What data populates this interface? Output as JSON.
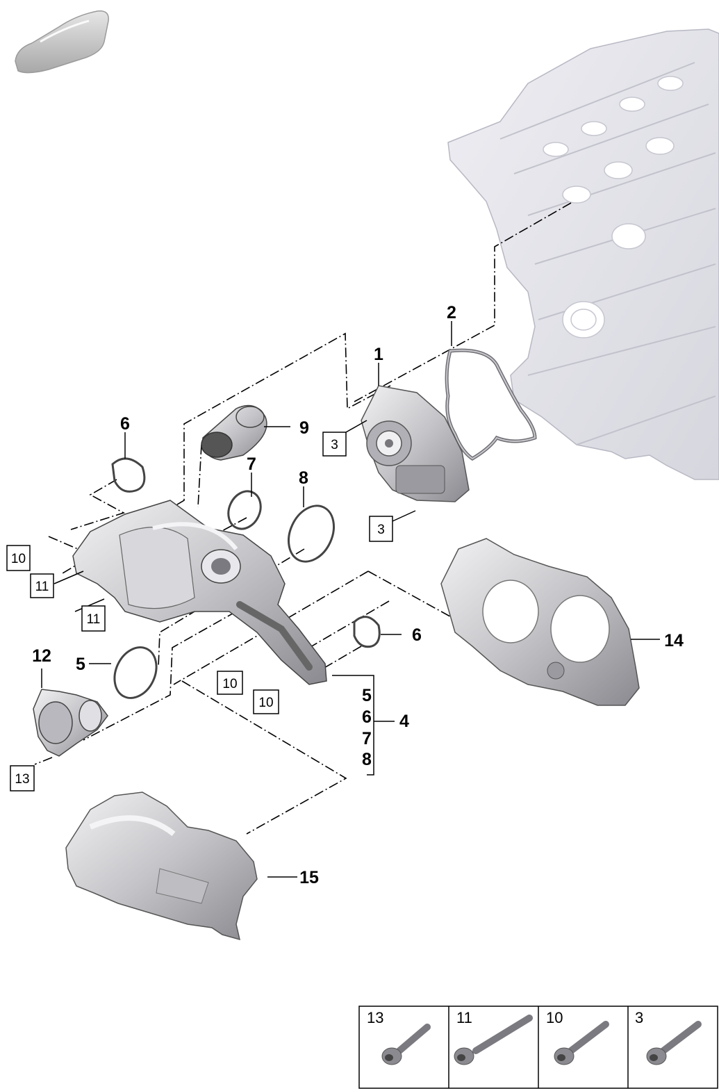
{
  "callouts": {
    "c1": "1",
    "c2": "2",
    "c4": "4",
    "c5a": "5",
    "c5b": "5",
    "c6a": "6",
    "c6b": "6",
    "c6c": "6",
    "c7a": "7",
    "c7b": "7",
    "c8a": "8",
    "c8b": "8",
    "c9": "9",
    "c12": "12",
    "c14": "14",
    "c15": "15"
  },
  "boxed_callouts": {
    "b3a": "3",
    "b3b": "3",
    "b10a": "10",
    "b10b": "10",
    "b10c": "10",
    "b11a": "11",
    "b11b": "11",
    "b13": "13"
  },
  "fastener_legend": [
    {
      "number": "13",
      "icon": "short-bolt-icon"
    },
    {
      "number": "11",
      "icon": "long-bolt-icon"
    },
    {
      "number": "10",
      "icon": "bolt-icon"
    },
    {
      "number": "3",
      "icon": "bolt-icon"
    }
  ],
  "colors": {
    "part_fill": "#c9c9cc",
    "part_shade": "#8e8e93",
    "engine_block": "#e4e4ea",
    "line": "#000000"
  }
}
